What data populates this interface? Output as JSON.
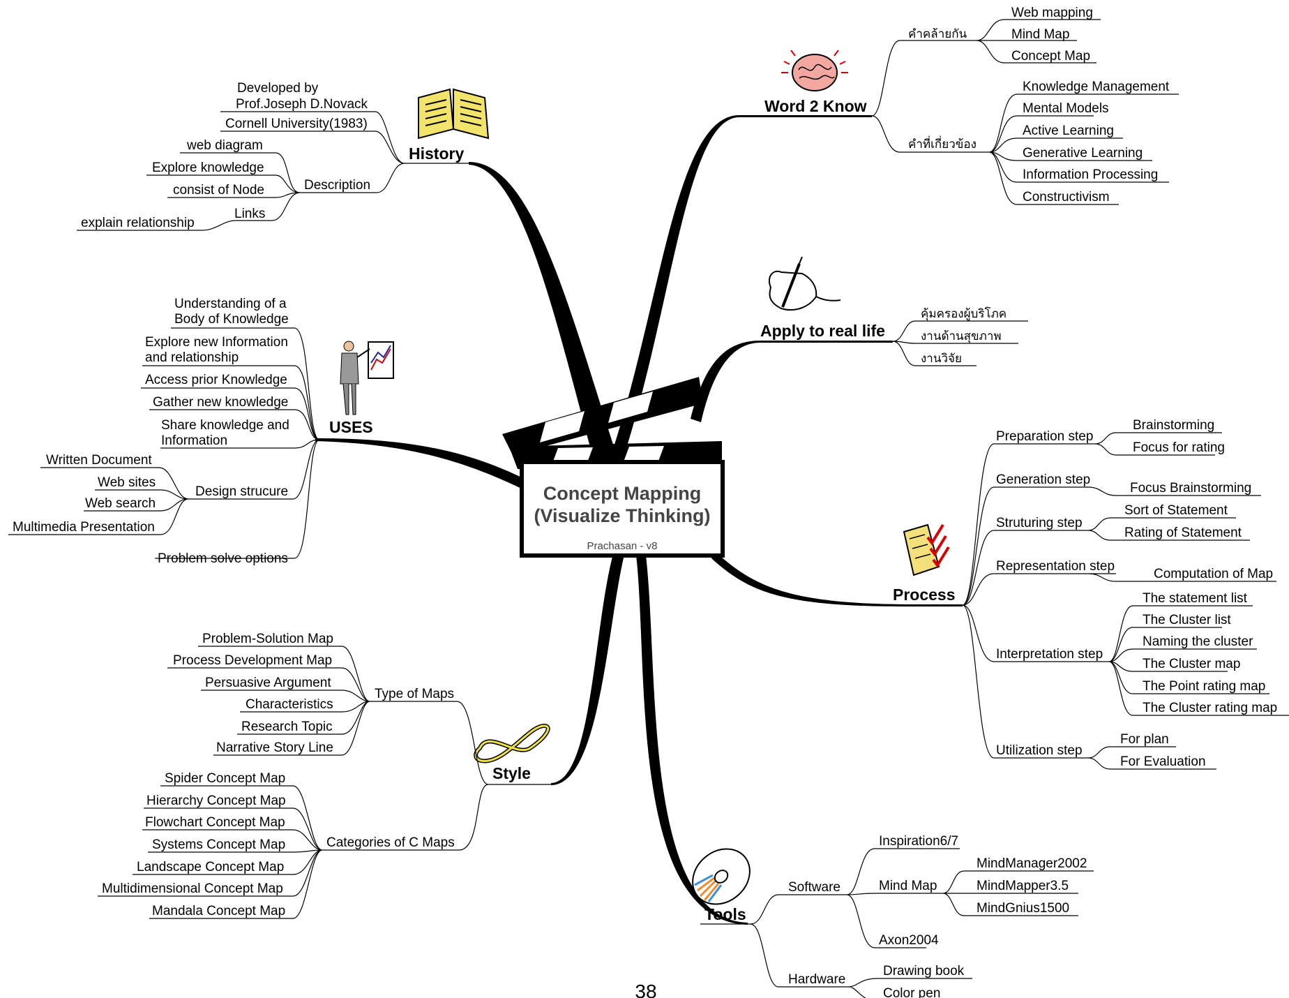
{
  "center": {
    "title_line1": "Concept Mapping",
    "title_line2": "(Visualize Thinking)",
    "author": "Prachasan - v8"
  },
  "page_number": "38",
  "branches": {
    "history": {
      "label": "History",
      "icon": "open-book-icon",
      "items": [
        "Developed by",
        "Prof.Joseph D.Novack",
        "Cornell University(1983)",
        "Description",
        "web diagram",
        "Explore knowledge",
        "consist of Node",
        "Links",
        "explain relationship"
      ]
    },
    "uses": {
      "label": "USES",
      "icon": "presenter-chart-icon",
      "items": [
        "Understanding of a",
        "Body of Knowledge",
        "Explore new Information",
        "and relationship",
        "Access prior Knowledge",
        "Gather new knowledge",
        "Share knowledge and",
        "Information",
        "Design strucure",
        "Written Document",
        "Web sites",
        "Web search",
        "Multimedia Presentation",
        "Problem solve options"
      ]
    },
    "style": {
      "label": "Style",
      "icon": "infinity-icon",
      "type_of_maps": {
        "label": "Type of Maps",
        "items": [
          "Problem-Solution Map",
          "Process Development Map",
          "Persuasive Argument",
          "Characteristics",
          "Research Topic",
          "Narrative Story Line"
        ]
      },
      "categories": {
        "label": "Categories of C Maps",
        "items": [
          "Spider Concept Map",
          "Hierarchy Concept Map",
          "Flowchart Concept Map",
          "Systems Concept Map",
          "Landscape Concept Map",
          "Multidimensional Concept Map",
          "Mandala Concept Map"
        ]
      }
    },
    "word2know": {
      "label": "Word 2 Know",
      "icon": "brain-icon",
      "similar": {
        "label": "คำคล้ายกัน",
        "items": [
          "Web mapping",
          "Mind Map",
          "Concept Map"
        ]
      },
      "related": {
        "label": "คำที่เกี่ยวข้อง",
        "items": [
          "Knowledge Management",
          "Mental Models",
          "Active Learning",
          "Generative Learning",
          "Information Processing",
          "Constructivism"
        ]
      }
    },
    "apply": {
      "label": "Apply to real life",
      "icon": "writing-hand-icon",
      "items": [
        "คุ้มครองผู้บริโภค",
        "งานด้านสุขภาพ",
        "งานวิจัย"
      ]
    },
    "process": {
      "label": "Process",
      "icon": "checklist-icon",
      "preparation": {
        "label": "Preparation step",
        "items": [
          "Brainstorming",
          "Focus for rating"
        ]
      },
      "generation": {
        "label": "Generation step",
        "items": [
          "Focus Brainstorming"
        ]
      },
      "structuring": {
        "label": "Struturing step",
        "items": [
          "Sort of Statement",
          "Rating of Statement"
        ]
      },
      "representation": {
        "label": "Representation step",
        "items": [
          "Computation of Map"
        ]
      },
      "interpretation": {
        "label": "Interpretation step",
        "items": [
          "The statement list",
          "The Cluster list",
          "Naming the cluster",
          "The Cluster map",
          "The Point rating map",
          "The Cluster rating map"
        ]
      },
      "utilization": {
        "label": "Utilization step",
        "items": [
          "For plan",
          "For Evaluation"
        ]
      }
    },
    "tools": {
      "label": "Tools",
      "icon": "compact-disc-icon",
      "software": {
        "label": "Software",
        "inspiration": "Inspiration6/7",
        "mindmap": {
          "label": "Mind Map",
          "items": [
            "MindManager2002",
            "MindMapper3.5",
            "MindGnius1500"
          ]
        },
        "axon": "Axon2004"
      },
      "hardware": {
        "label": "Hardware",
        "items": [
          "Drawing book",
          "Color pen"
        ]
      }
    }
  }
}
